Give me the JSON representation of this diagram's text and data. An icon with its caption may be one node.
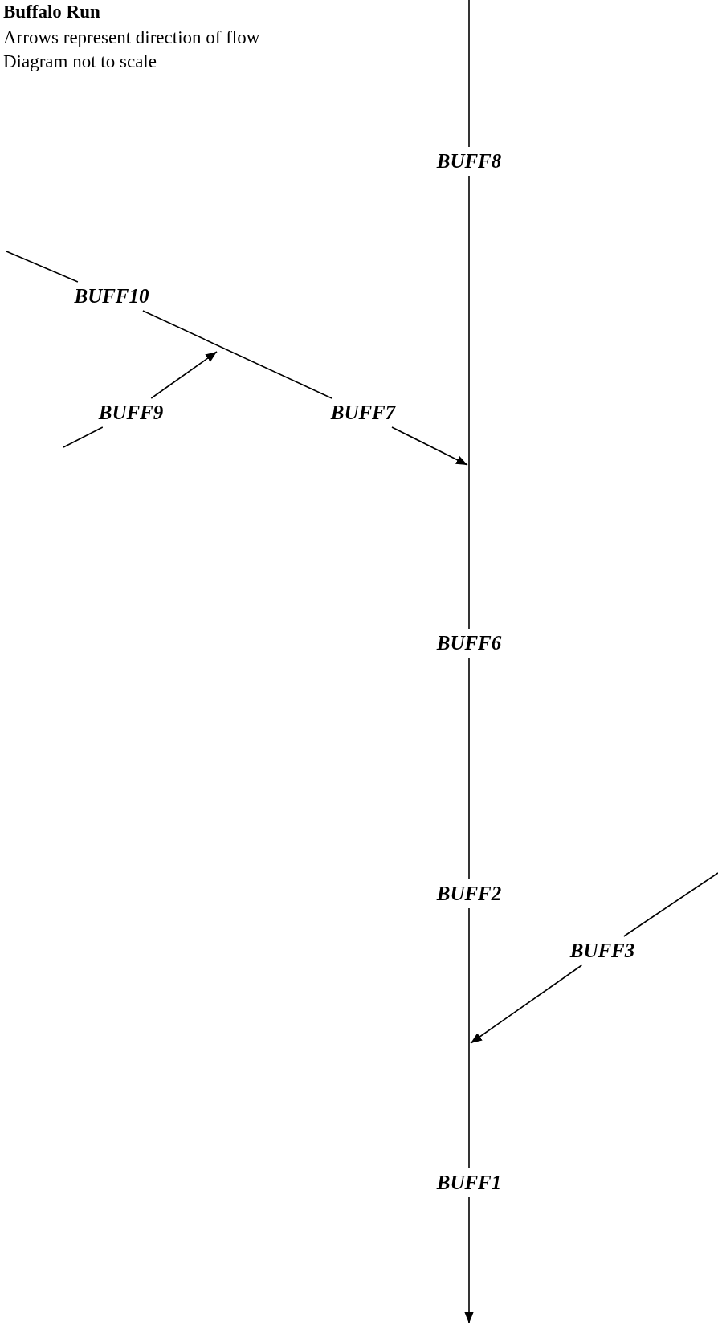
{
  "diagram": {
    "title": "Buffalo Run",
    "nodes": [
      {
        "text": [
          "BUFF8"
        ]
      },
      {
        "text": [
          "BUFF10"
        ]
      },
      {
        "text": [
          "BUFF9"
        ]
      },
      {
        "text": [
          "BUFF7"
        ]
      },
      {
        "text": [
          "BUFF6"
        ]
      },
      {
        "text": [
          "BUFF2"
        ]
      },
      {
        "text": [
          "BUFF3"
        ]
      },
      {
        "text": [
          "BUFF1"
        ]
      }
    ],
    "edges": [
      {
        "from": null,
        "to": 0,
        "arrow": "none"
      },
      {
        "from": null,
        "to": 1,
        "arrow": "none"
      },
      {
        "from": 1,
        "to": 3,
        "arrow": "none"
      },
      {
        "from": null,
        "to": 2,
        "arrow": "none"
      },
      {
        "from": 2,
        "to": null,
        "arrow": "to"
      },
      {
        "from": 0,
        "to": 4,
        "arrow": "none"
      },
      {
        "from": 3,
        "to": null,
        "arrow": "to"
      },
      {
        "from": 4,
        "to": 5,
        "arrow": "none"
      },
      {
        "from": null,
        "to": 6,
        "arrow": "none"
      },
      {
        "from": 5,
        "to": 7,
        "arrow": "none"
      },
      {
        "from": 6,
        "to": null,
        "arrow": "to"
      },
      {
        "from": 7,
        "to": null,
        "arrow": "to"
      }
    ],
    "labels": [
      "Arrows represent direction of flow",
      "Diagram not to scale"
    ]
  }
}
